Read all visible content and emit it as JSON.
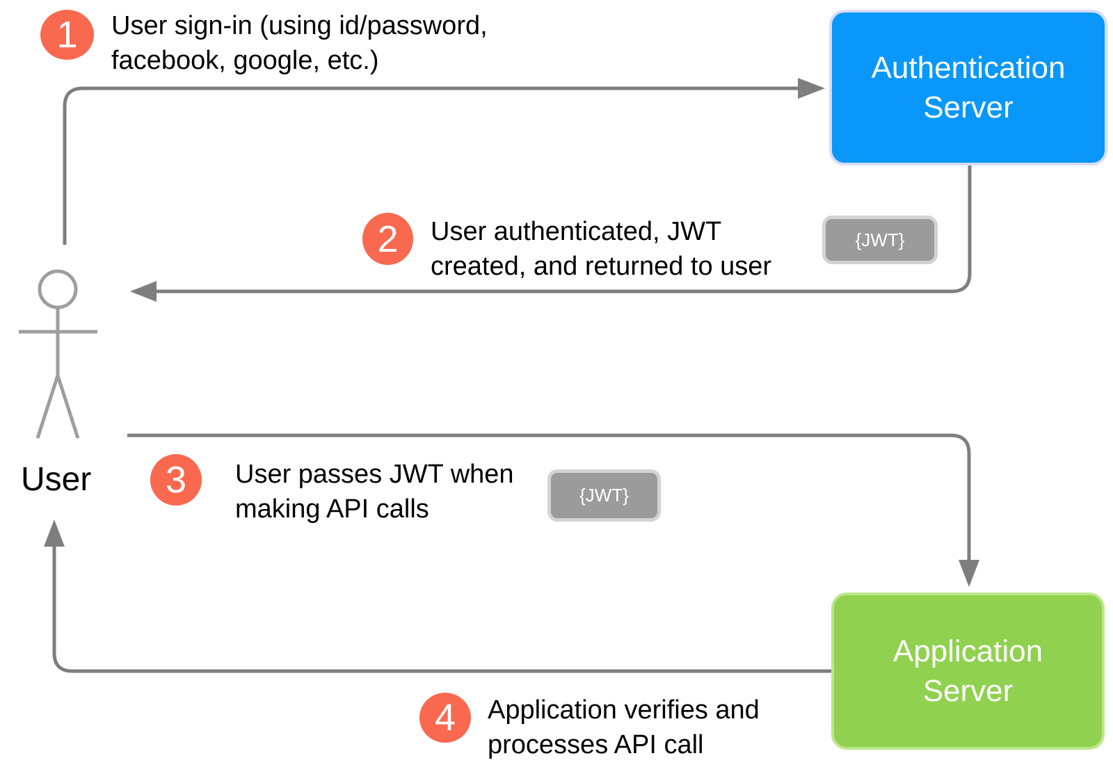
{
  "colors": {
    "auth_server_fill": "#0997FA",
    "auth_server_border": "#D8DCF8",
    "app_server_fill": "#90D150",
    "app_server_border": "#BDE78C",
    "step_badge": "#F9694F",
    "jwt_fill": "#9B9B9B",
    "jwt_border": "#D3D3D3",
    "arrow": "#7E7E7E",
    "actor": "#9E9E9E",
    "text": "#000000",
    "node_text": "#FFFFFF"
  },
  "actor": {
    "label": "User"
  },
  "nodes": {
    "auth_server": {
      "label": "Authentication Server"
    },
    "app_server": {
      "label": "Application Server"
    }
  },
  "steps": [
    {
      "number": "1",
      "lines": [
        "User sign-in (using id/password,",
        "facebook, google, etc.)"
      ]
    },
    {
      "number": "2",
      "lines": [
        "User authenticated, JWT",
        "created, and returned to user"
      ]
    },
    {
      "number": "3",
      "lines": [
        "User passes JWT when",
        "making API calls"
      ]
    },
    {
      "number": "4",
      "lines": [
        "Application verifies and",
        "processes API call"
      ]
    }
  ],
  "jwt_badges": [
    {
      "label": "{JWT}"
    },
    {
      "label": "{JWT}"
    }
  ]
}
